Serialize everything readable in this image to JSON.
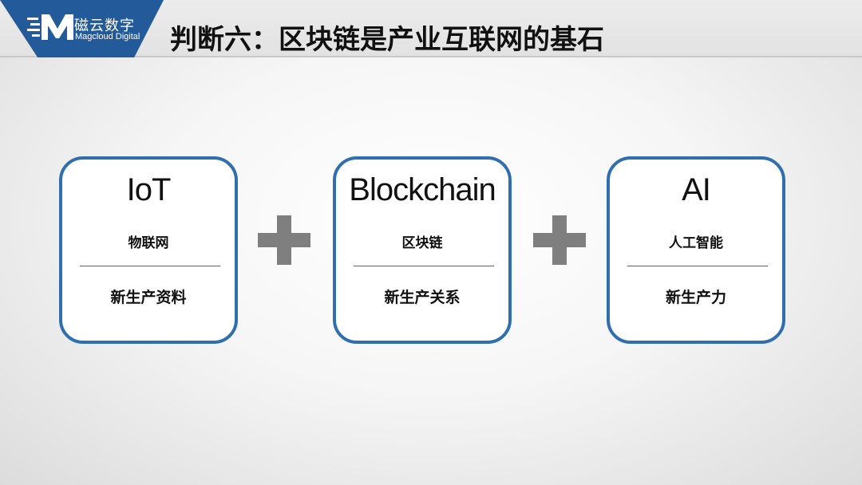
{
  "logo": {
    "name_cn": "磁云数字",
    "name_en": "Magcloud Digital",
    "color": "#235a9a"
  },
  "title": "判断六：区块链是产业互联网的基石",
  "cards": [
    {
      "title": "IoT",
      "subtitle": "物联网",
      "role": "新生产资料"
    },
    {
      "title": "Blockchain",
      "subtitle": "区块链",
      "role": "新生产关系"
    },
    {
      "title": "AI",
      "subtitle": "人工智能",
      "role": "新生产力"
    }
  ],
  "operators": [
    "plus-icon",
    "plus-icon"
  ],
  "accent": "#2f6fb0"
}
